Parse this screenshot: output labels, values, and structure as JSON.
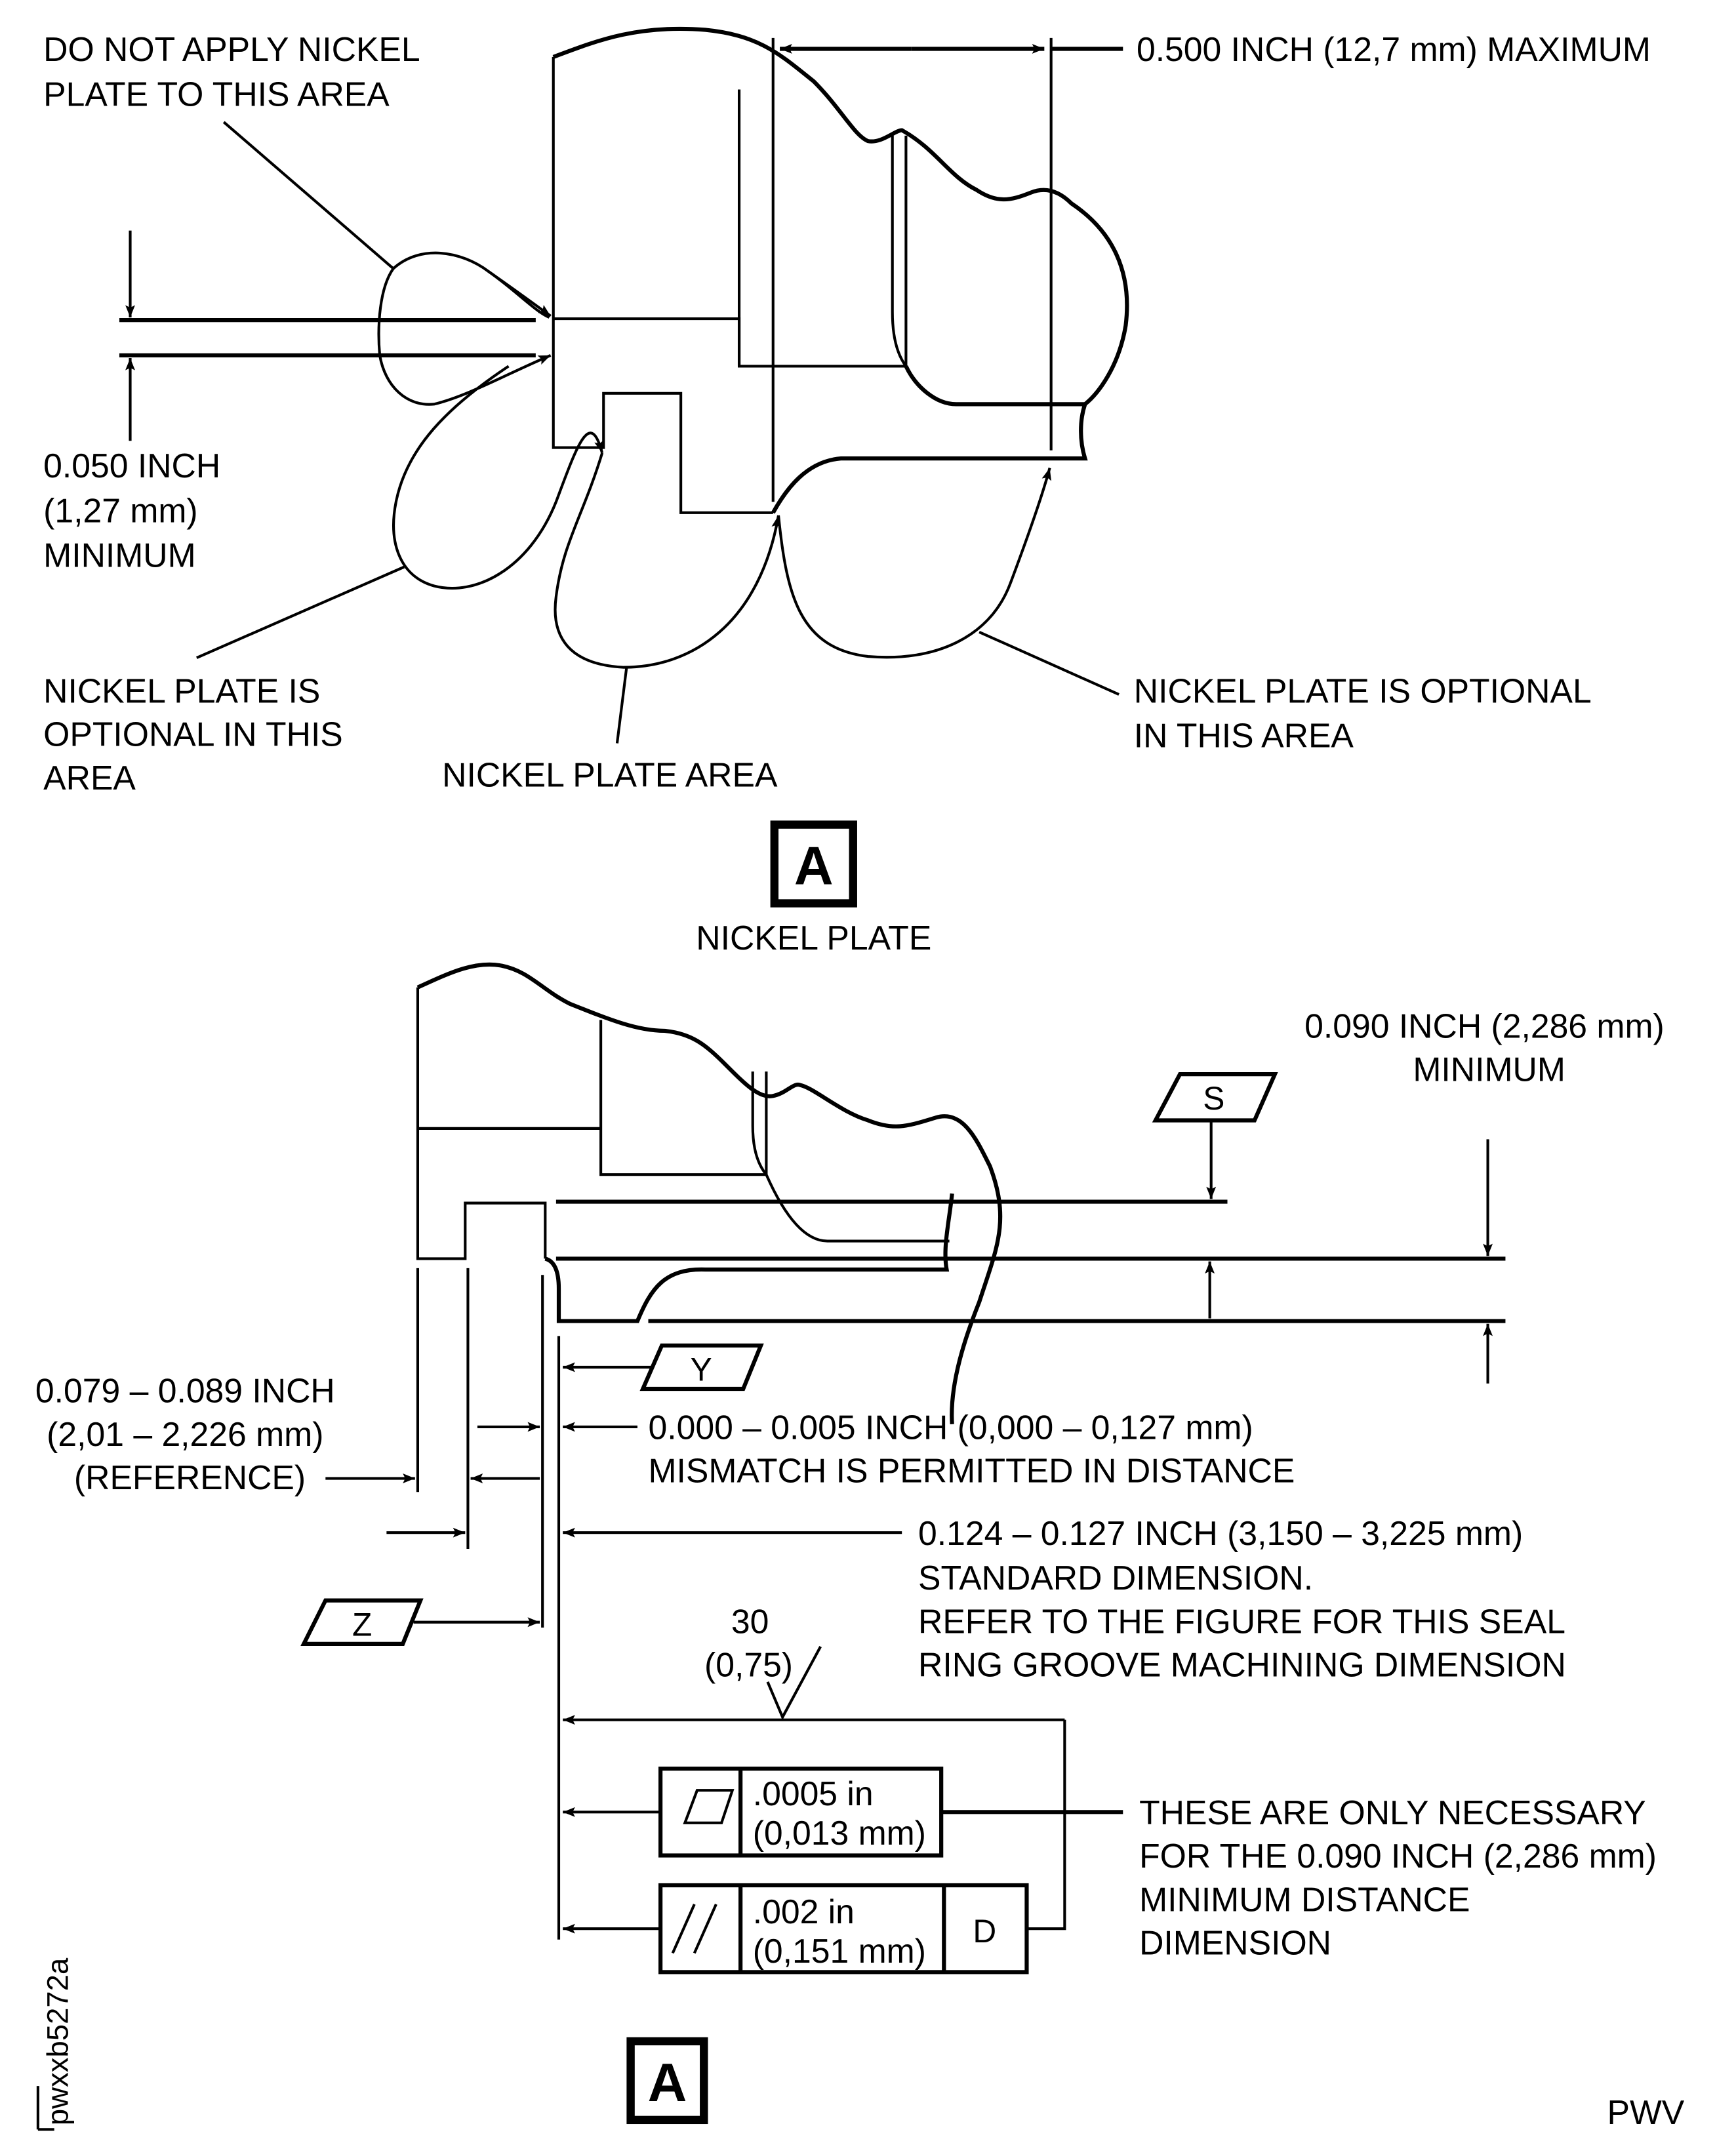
{
  "view_a_top": {
    "labels": {
      "do_not_apply": [
        "DO NOT APPLY NICKEL",
        "PLATE TO THIS AREA"
      ],
      "max_dimension": "0.500 INCH (12,7 mm) MAXIMUM",
      "min_dimension": [
        "0.050 INCH",
        "(1,27 mm)",
        "MINIMUM"
      ],
      "optional_left": [
        "NICKEL PLATE IS",
        "OPTIONAL IN THIS",
        "AREA"
      ],
      "nickel_plate_area": "NICKEL PLATE AREA",
      "optional_right": [
        "NICKEL PLATE IS OPTIONAL",
        "IN THIS AREA"
      ]
    },
    "view_letter": "A",
    "caption": "NICKEL PLATE"
  },
  "view_a_bottom": {
    "labels": {
      "min_distance": [
        "0.090 INCH (2,286 mm)",
        "MINIMUM"
      ],
      "reference": [
        "0.079 – 0.089 INCH",
        "(2,01 – 2,226 mm)",
        "(REFERENCE)"
      ],
      "mismatch": [
        "0.000 – 0.005 INCH (0,000 – 0,127 mm)",
        "MISMATCH IS PERMITTED IN DISTANCE"
      ],
      "standard": [
        "0.124 – 0.127 INCH (3,150 – 3,225 mm)",
        "STANDARD DIMENSION.",
        "REFER TO THE FIGURE FOR THIS SEAL",
        "RING GROOVE MACHINING DIMENSION"
      ],
      "surface_finish": [
        "30",
        "(0,75)"
      ],
      "necessary_note": [
        "THESE ARE ONLY NECESSARY",
        "FOR THE 0.090 INCH (2,286 mm)",
        "MINIMUM DISTANCE",
        "DIMENSION"
      ]
    },
    "datums": {
      "s": "S",
      "y": "Y",
      "z": "Z"
    },
    "feature_control_frames": [
      {
        "symbol": "flatness",
        "tolerance": [
          ".0005 in",
          "(0,013 mm)"
        ],
        "datum": ""
      },
      {
        "symbol": "parallelism",
        "tolerance": [
          ".002 in",
          "(0,151 mm)"
        ],
        "datum": "D"
      }
    ],
    "view_letter": "A"
  },
  "figure_id": "pwxxb5272a",
  "corner_code": "PWV"
}
